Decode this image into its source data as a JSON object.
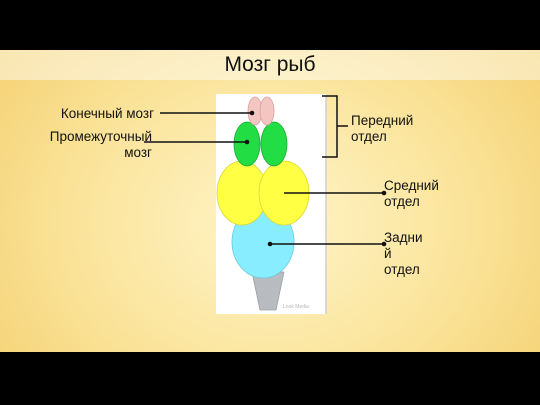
{
  "title": "Мозг рыб",
  "labels": {
    "telencephalon": "Конечный мозг",
    "diencephalon_line1": "Промежуточный",
    "diencephalon_line2": "мозг",
    "forebrain_line1": "Передний",
    "forebrain_line2": "отдел",
    "midbrain_line1": "Средний",
    "midbrain_line2": "отдел",
    "hindbrain_line1": "Задни",
    "hindbrain_line2": "й",
    "hindbrain_line3": "отдел"
  },
  "watermark": "Look Media",
  "colors": {
    "telencephalon": "#f4c6c2",
    "diencephalon": "#22dd44",
    "midbrain": "#ffff44",
    "hindbrain": "#88eeff",
    "brainstem": "#b8bcc0",
    "leader_line": "#111111"
  }
}
